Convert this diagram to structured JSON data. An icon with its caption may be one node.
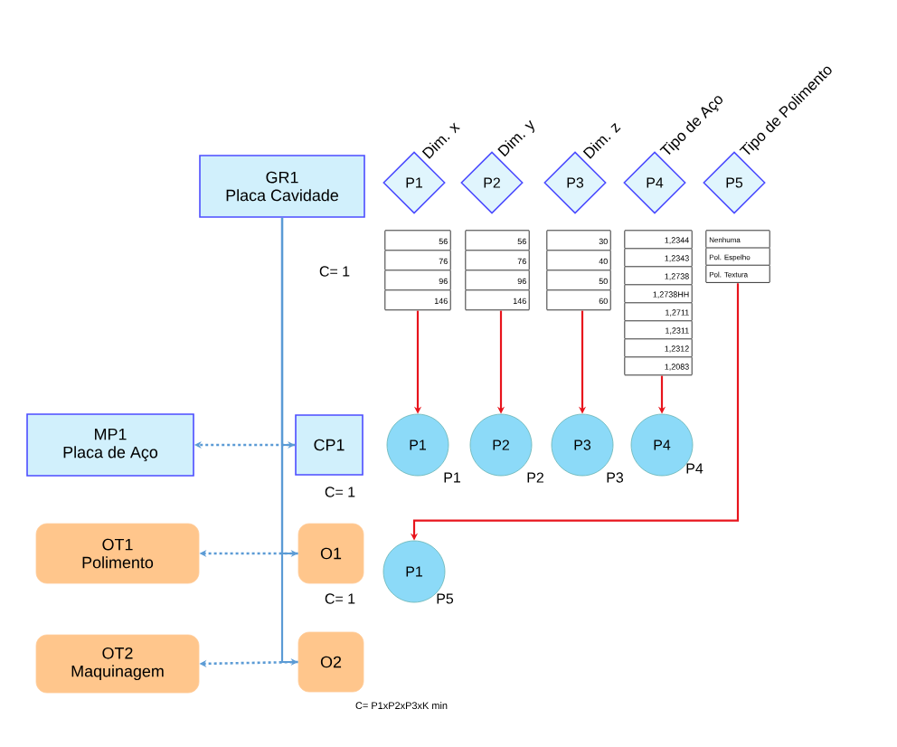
{
  "diagram": {
    "nodes": [
      {
        "text": [
          "GR1",
          "Placa Cavidade"
        ],
        "beside": [
          "C= 1"
        ]
      },
      {
        "text": [
          "MP1",
          "Placa de Aço"
        ]
      },
      {
        "text": [
          "CP1"
        ],
        "beside": [
          "C= 1"
        ]
      },
      {
        "text": [
          "OT1",
          "Polimento"
        ]
      },
      {
        "text": [
          "O1"
        ],
        "beside": [
          "C= 1"
        ]
      },
      {
        "text": [
          "OT2",
          "Maquinagem"
        ]
      },
      {
        "text": [
          "O2"
        ],
        "beside": [
          "C= P1xP2xP3xK min"
        ]
      },
      {
        "text": [
          "P1"
        ],
        "beside": [
          "Dim. x"
        ]
      },
      {
        "text": [
          "P2"
        ],
        "beside": [
          "Dim. y"
        ]
      },
      {
        "text": [
          "P3"
        ],
        "beside": [
          "Dim. z"
        ]
      },
      {
        "text": [
          "P4"
        ],
        "beside": [
          "Tipo de Aço"
        ]
      },
      {
        "text": [
          "P5"
        ],
        "beside": [
          "Tipo de Polimento"
        ]
      },
      {
        "text": [
          "56",
          "76",
          "96",
          "146"
        ]
      },
      {
        "text": [
          "56",
          "76",
          "96",
          "146"
        ]
      },
      {
        "text": [
          "30",
          "40",
          "50",
          "60"
        ]
      },
      {
        "text": [
          "1,2344",
          "1,2343",
          "1,2738",
          "1,2738HH",
          "1,2711",
          "1,2311",
          "1,2312",
          "1,2083"
        ]
      },
      {
        "text": [
          "Nenhuma",
          "Pol. Espelho",
          "Pol. Textura"
        ]
      },
      {
        "text": [
          "P1"
        ],
        "beside": [
          "P1"
        ]
      },
      {
        "text": [
          "P2"
        ],
        "beside": [
          "P2"
        ]
      },
      {
        "text": [
          "P3"
        ],
        "beside": [
          "P3"
        ]
      },
      {
        "text": [
          "P4"
        ],
        "beside": [
          "P4"
        ]
      },
      {
        "text": [
          "P1"
        ],
        "beside": [
          "P5"
        ]
      }
    ],
    "edges": [
      {
        "from": 0,
        "to": 2,
        "arrow": "to",
        "color": "#5b9bd5"
      },
      {
        "from": 0,
        "to": 4,
        "arrow": "to",
        "color": "#5b9bd5"
      },
      {
        "from": 0,
        "to": 6,
        "arrow": "to",
        "color": "#5b9bd5"
      },
      {
        "from": 2,
        "to": 1,
        "arrow": "to",
        "color": "#5b9bd5",
        "style": "dashed"
      },
      {
        "from": 4,
        "to": 3,
        "arrow": "to",
        "color": "#5b9bd5",
        "style": "dashed"
      },
      {
        "from": 6,
        "to": 5,
        "arrow": "to",
        "color": "#5b9bd5",
        "style": "dashed"
      },
      {
        "from": 12,
        "to": 17,
        "arrow": "to",
        "color": "#e8141c"
      },
      {
        "from": 13,
        "to": 18,
        "arrow": "to",
        "color": "#e8141c"
      },
      {
        "from": 14,
        "to": 19,
        "arrow": "to",
        "color": "#e8141c"
      },
      {
        "from": 15,
        "to": 20,
        "arrow": "to",
        "color": "#e8141c"
      },
      {
        "from": 16,
        "to": 21,
        "arrow": "to",
        "color": "#e8141c"
      }
    ]
  }
}
